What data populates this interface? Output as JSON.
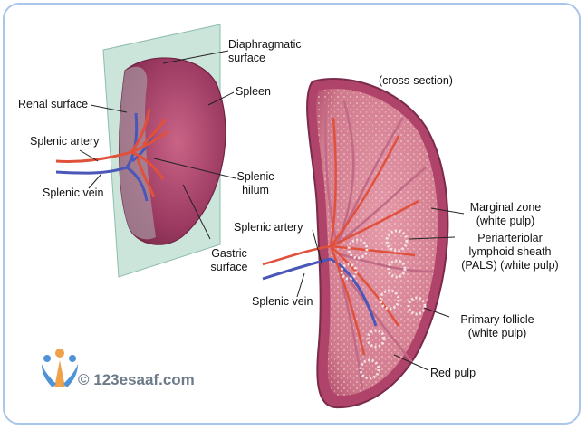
{
  "left_labels": {
    "diaphragmatic": "Diaphragmatic\nsurface",
    "renal": "Renal surface",
    "spleen": "Spleen",
    "splenic_artery": "Splenic artery",
    "splenic_vein": "Splenic vein",
    "splenic_hilum": "Splenic\nhilum",
    "gastric": "Gastric\nsurface"
  },
  "right_labels": {
    "cross_section": "(cross-section)",
    "marginal_zone": "Marginal zone\n(white pulp)",
    "pals": "Periarteriolar\nlymphoid sheath\n(PALS) (white pulp)",
    "splenic_artery": "Splenic artery",
    "splenic_vein": "Splenic vein",
    "primary_follicle": "Primary follicle\n(white pulp)",
    "red_pulp": "Red pulp"
  },
  "watermark": "© 123esaaf.com",
  "colors": {
    "tissue": "#c4587a",
    "tissue_dark": "#8f2f55",
    "artery": "#e0503a",
    "vein": "#4a56b8",
    "plane": "#b9dccf",
    "frame": "#a9c6ea"
  }
}
